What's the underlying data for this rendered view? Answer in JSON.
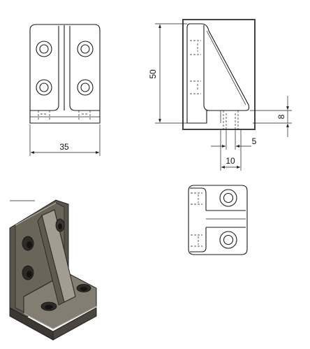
{
  "dimensions": {
    "width_35": "35",
    "height_50": "50",
    "thickness_8": "8",
    "hole_5": "5",
    "width_10": "10"
  },
  "colors": {
    "line": "#1a1a1a",
    "frame": "#444444",
    "part_face": "#6b6459",
    "part_dark": "#3b3731",
    "part_light": "#a39c90"
  }
}
